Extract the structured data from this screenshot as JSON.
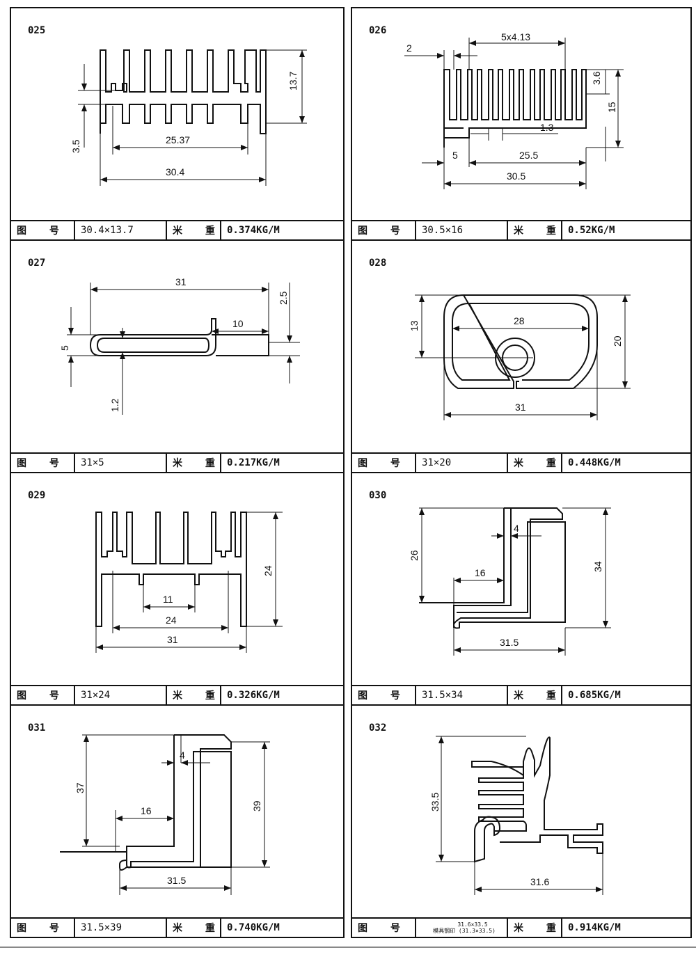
{
  "labels": {
    "figure_no": "图 号",
    "unit_weight": "米 重"
  },
  "items": [
    {
      "code": "025",
      "size": "30.4×13.7",
      "weight": "0.374KG/M",
      "dims": [
        "13.7",
        "3.5",
        "25.37",
        "30.4"
      ]
    },
    {
      "code": "026",
      "size": "30.5×16",
      "weight": "0.52KG/M",
      "dims": [
        "5x4.13",
        "2",
        "3.6",
        "15",
        "1.3",
        "5",
        "25.5",
        "30.5"
      ]
    },
    {
      "code": "027",
      "size": "31×5",
      "weight": "0.217KG/M",
      "dims": [
        "31",
        "2.5",
        "10",
        "5",
        "1.2"
      ]
    },
    {
      "code": "028",
      "size": "31×20",
      "weight": "0.448KG/M",
      "dims": [
        "13",
        "28",
        "20",
        "31"
      ]
    },
    {
      "code": "029",
      "size": "31×24",
      "weight": "0.326KG/M",
      "dims": [
        "24",
        "11",
        "24",
        "31"
      ]
    },
    {
      "code": "030",
      "size": "31.5×34",
      "weight": "0.685KG/M",
      "dims": [
        "26",
        "4",
        "16",
        "34",
        "31.5"
      ]
    },
    {
      "code": "031",
      "size": "31.5×39",
      "weight": "0.740KG/M",
      "dims": [
        "37",
        "4",
        "16",
        "39",
        "31.5"
      ]
    },
    {
      "code": "032",
      "size": "31.6×33.5",
      "size_note": "模具钢印 (31.3×33.5)",
      "weight": "0.914KG/M",
      "dims": [
        "33.5",
        "31.6"
      ]
    }
  ]
}
